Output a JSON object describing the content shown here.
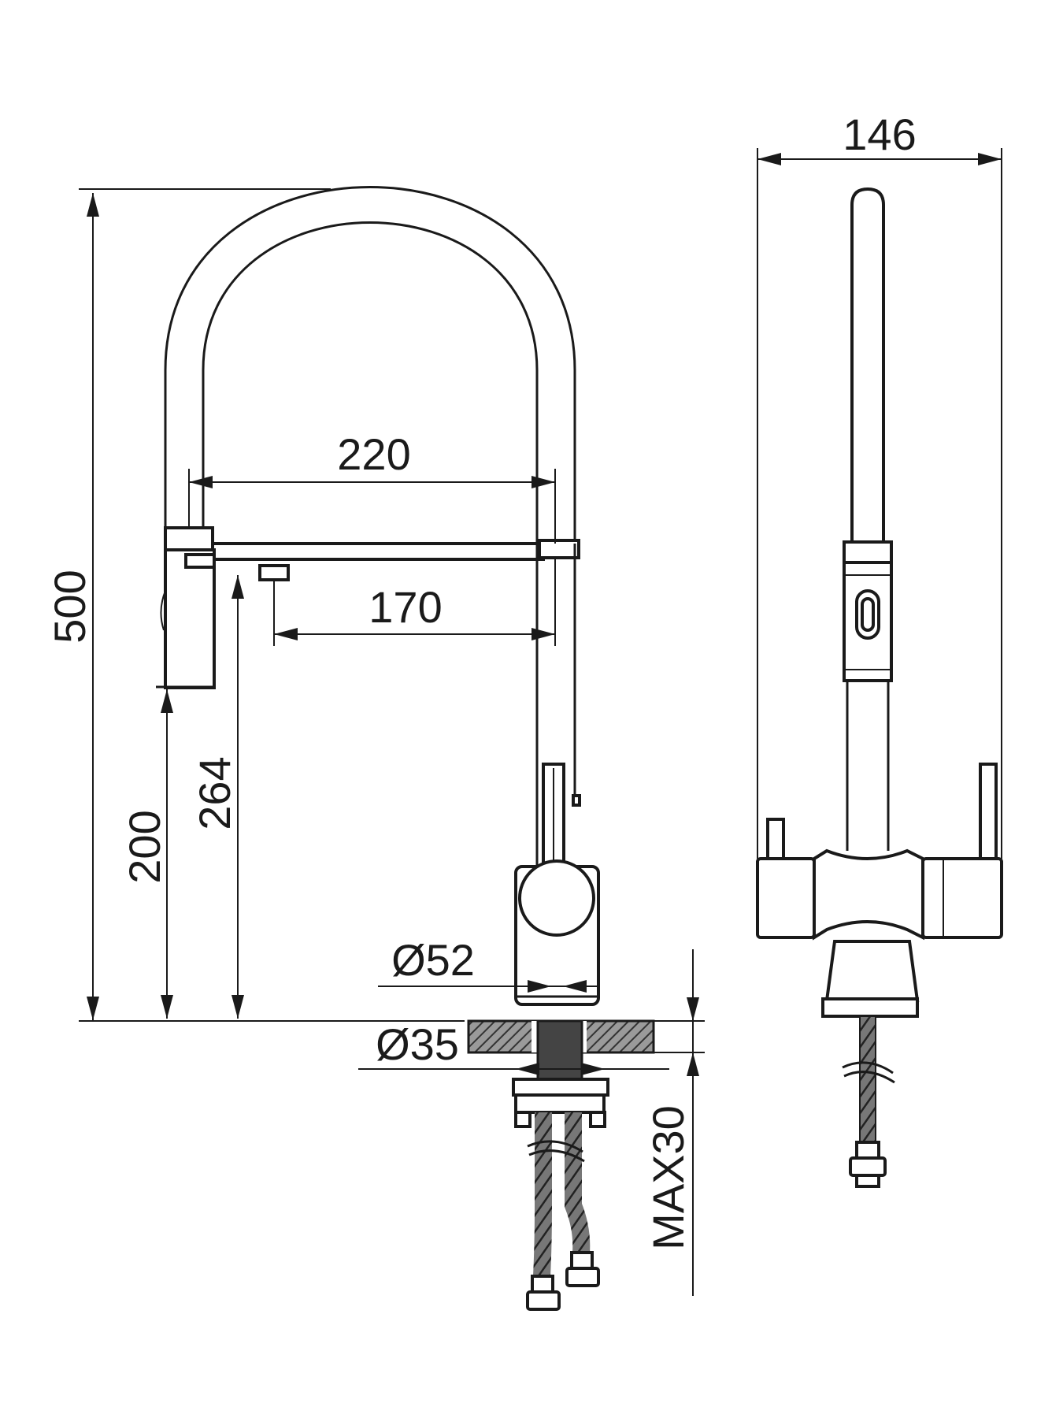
{
  "diagram": {
    "dimensions": {
      "overall_height": "500",
      "spout_reach": "220",
      "spray_reach": "170",
      "handle_height": "200",
      "spray_height": "264",
      "base_diameter": "Ø52",
      "hole_diameter": "Ø35",
      "max_counter_thickness": "MAX30",
      "side_width": "146"
    },
    "colors": {
      "line": "#1a1a1a",
      "background": "#ffffff",
      "hatch": "#555555"
    }
  }
}
